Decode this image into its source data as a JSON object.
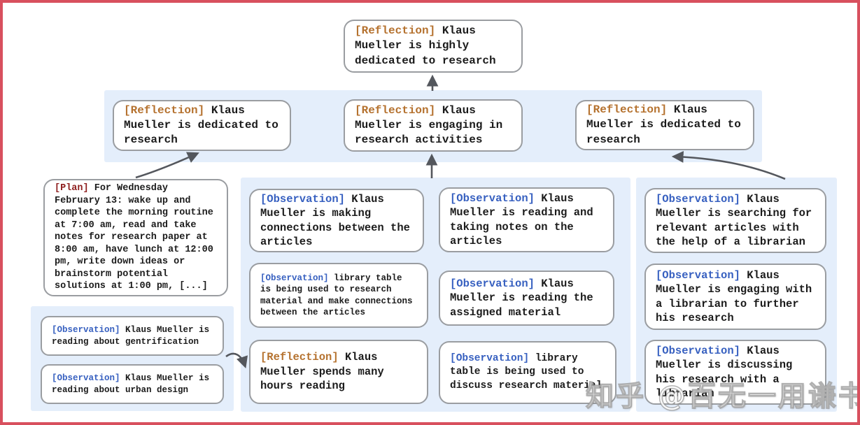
{
  "watermark": {
    "text": "知乎 @百无一用谦书生"
  },
  "palette": {
    "reflection_tag": "#b5722f",
    "observation_tag": "#3760c0",
    "plan_tag": "#8f2020",
    "band_background": "#e4eefb",
    "node_border": "#9a9da1",
    "frame_border": "#d8505e",
    "arrow": "#54575d",
    "body_text": "#1b1b1b"
  },
  "nodes": {
    "root": {
      "tag": "[Reflection]",
      "text": "Klaus Mueller is highly dedicated to research"
    },
    "reflection_left": {
      "tag": "[Reflection]",
      "text": "Klaus Mueller is dedicated to research"
    },
    "reflection_center": {
      "tag": "[Reflection]",
      "text": "Klaus Mueller is engaging in research activities"
    },
    "reflection_right": {
      "tag": "[Reflection]",
      "text": "Klaus Mueller is dedicated to research"
    },
    "plan": {
      "tag": "[Plan]",
      "text": "For Wednesday February 13: wake up and complete the morning routine at 7:00 am, read and take notes for research paper at 8:00 am, have lunch at 12:00 pm, write down ideas or brainstorm potential solutions at 1:00 pm, [...]"
    },
    "left_observations": [
      {
        "tag": "[Observation]",
        "text": "Klaus Mueller is reading about gentrification"
      },
      {
        "tag": "[Observation]",
        "text": "Klaus Mueller is reading about urban design"
      }
    ],
    "middle_col1": [
      {
        "tag": "[Observation]",
        "text": "Klaus Mueller is making connections between the articles"
      },
      {
        "tag": "[Observation]",
        "text": "library table is being used to research material and make connections between the articles"
      },
      {
        "tag": "[Reflection]",
        "text": "Klaus Mueller spends many hours reading"
      }
    ],
    "middle_col2": [
      {
        "tag": "[Observation]",
        "text": "Klaus Mueller is reading and taking notes on the articles"
      },
      {
        "tag": "[Observation]",
        "text": "Klaus Mueller is reading the assigned material"
      },
      {
        "tag": "[Observation]",
        "text": "library table is being used to discuss research material"
      }
    ],
    "right_observations": [
      {
        "tag": "[Observation]",
        "text": "Klaus Mueller is searching for relevant articles with the help of a librarian"
      },
      {
        "tag": "[Observation]",
        "text": "Klaus Mueller is engaging with a librarian to further his research"
      },
      {
        "tag": "[Observation]",
        "text": "Klaus Mueller is discussing his research with a librarian"
      }
    ]
  }
}
